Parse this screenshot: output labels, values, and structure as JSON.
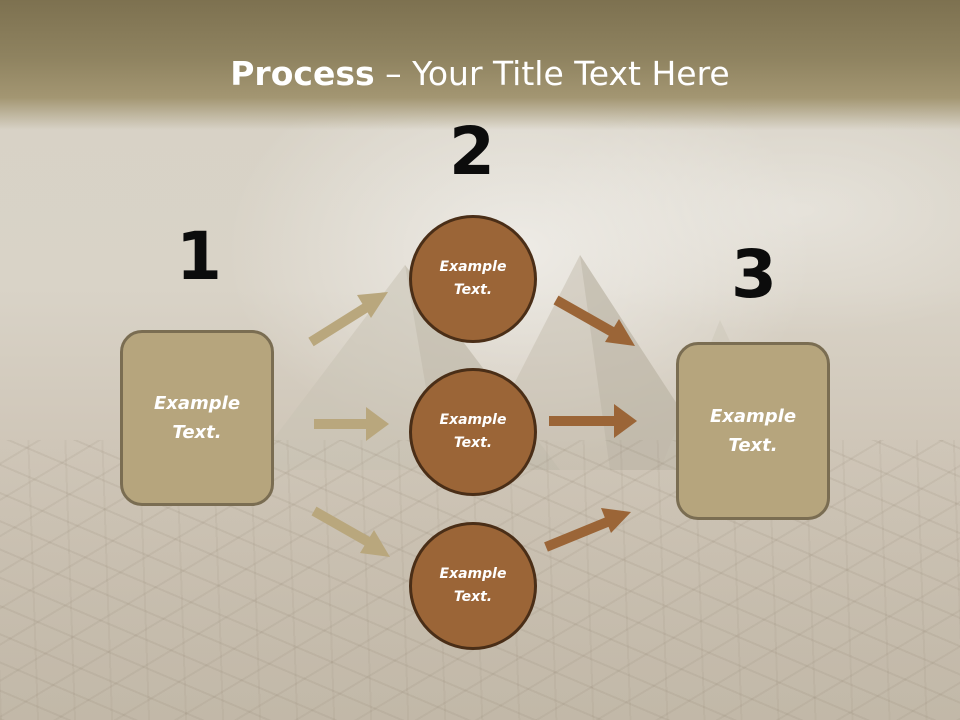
{
  "title": {
    "bold": "Process",
    "rest": " – Your Title Text Here"
  },
  "steps": {
    "one": "1",
    "two": "2",
    "three": "3"
  },
  "left_box": {
    "text": "Example\nText."
  },
  "circles": [
    {
      "text": "Example\nText."
    },
    {
      "text": "Example\nText."
    },
    {
      "text": "Example\nText."
    }
  ],
  "right_box": {
    "text": "Example\nText."
  },
  "colors": {
    "box_fill": "#b6a57d",
    "box_border": "#7a6d52",
    "circle_fill": "#9b6537",
    "circle_border": "#4a2e17",
    "arrow_tan": "#b9a77d",
    "arrow_brown": "#9b6537",
    "title_band": "#8f8360"
  }
}
